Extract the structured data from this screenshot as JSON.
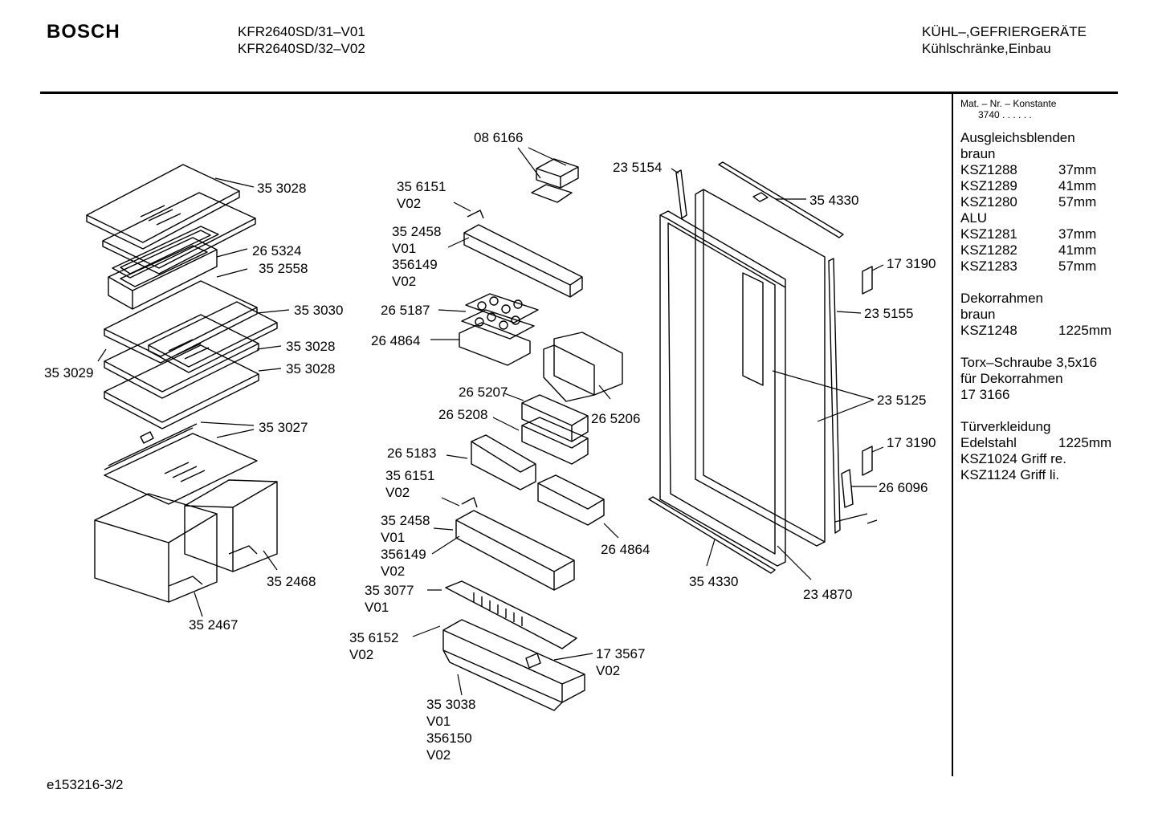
{
  "header": {
    "brand": "BOSCH",
    "models": [
      "KFR2640SD/31–V01",
      "KFR2640SD/32–V02"
    ],
    "category": [
      "KÜHL–,GEFRIERGERÄTE",
      "Kühlschränke,Einbau"
    ]
  },
  "sidebar": {
    "mat_title": "Mat. – Nr. – Konstante",
    "mat_value": "3740 . .  . . . .",
    "sections": [
      {
        "lines": [
          "Ausgleichsblenden",
          "braun"
        ],
        "rows": [
          [
            "KSZ1288",
            "37mm"
          ],
          [
            "KSZ1289",
            "41mm"
          ],
          [
            "KSZ1280",
            "57mm"
          ]
        ]
      },
      {
        "lines": [
          "ALU"
        ],
        "rows": [
          [
            "KSZ1281",
            "37mm"
          ],
          [
            "KSZ1282",
            "41mm"
          ],
          [
            "KSZ1283",
            "57mm"
          ]
        ]
      },
      {
        "gap": true,
        "lines": [
          "Dekorrahmen",
          "braun"
        ],
        "rows": [
          [
            "KSZ1248",
            "1225mm"
          ]
        ]
      },
      {
        "gap": true,
        "lines": [
          "Torx–Schraube 3,5x16",
          "für Dekorrahmen",
          "17 3166"
        ],
        "rows": []
      },
      {
        "gap": true,
        "lines": [
          "Türverkleidung"
        ],
        "rows": [
          [
            "Edelstahl",
            "1225mm"
          ]
        ]
      },
      {
        "lines": [
          "KSZ1024 Griff re.",
          "KSZ1124 Griff li."
        ],
        "rows": []
      }
    ]
  },
  "footer": {
    "code": "e153216-3/2"
  },
  "labels": [
    "35 3028",
    "26 5324",
    "35 2558",
    "35 3030",
    "35 3028",
    "35 3029",
    "35 3028",
    "35 3027",
    "35 2468",
    "35 2467",
    "08 6166",
    "35 6151",
    "V02",
    "35 2458",
    "V01",
    "356149",
    "V02",
    "26 5187",
    "26 4864",
    "26 5207",
    "26 5206",
    "26 5208",
    "26 5183",
    "35 6151",
    "V02",
    "35 2458",
    "V01",
    "356149",
    "V02",
    "26 4864",
    "35 3077",
    "V01",
    "35 6152",
    "V02",
    "17 3567",
    "V02",
    "35 3038",
    "V01",
    "356150",
    "V02",
    "23 5154",
    "35 4330",
    "17 3190",
    "23 5155",
    "23 5125",
    "17 3190",
    "26 6096",
    "35 4330",
    "23 4870"
  ]
}
